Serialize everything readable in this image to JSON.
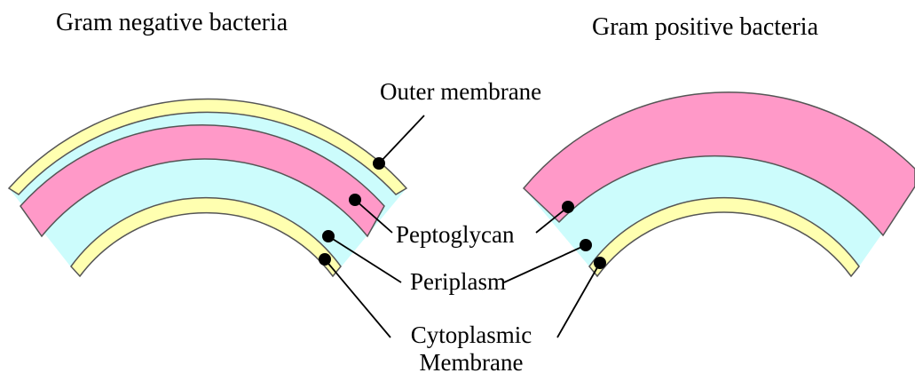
{
  "titles": {
    "gram_negative": "Gram negative bacteria",
    "gram_positive": "Gram positive bacteria"
  },
  "labels": {
    "outer_membrane": "Outer membrane",
    "peptoglycan": "Peptoglycan",
    "periplasm": "Periplasm",
    "cytoplasmic_line1": "Cytoplasmic",
    "cytoplasmic_line2": "Membrane"
  },
  "colors": {
    "membrane_yellow": "#ffffb0",
    "peptidoglycan_pink": "#ff99c8",
    "periplasm_cyan": "#ccfcfc",
    "outline": "#555555",
    "pointer": "#000000"
  }
}
